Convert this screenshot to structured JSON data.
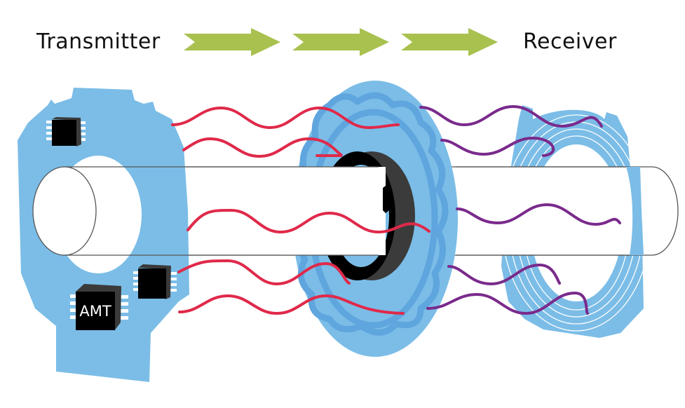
{
  "header": {
    "transmitter_label": "Transmitter",
    "receiver_label": "Receiver",
    "arrow_count": 3
  },
  "components": {
    "transmitter": {
      "name": "transmitter-board",
      "chip_label": "AMT",
      "chip_count": 3
    },
    "rotor": {
      "name": "rotor-disk",
      "ring": "black-ring"
    },
    "receiver": {
      "name": "receiver-board",
      "coil_rings": 4
    },
    "shaft": {
      "name": "shaft"
    }
  },
  "signals": {
    "transmitted_wave_count": 5,
    "received_wave_count": 5
  },
  "colors": {
    "board": "#7bbde7",
    "board_dark": "#5fa5de",
    "arrow": "#a8c14f",
    "tx_wave": "#e0294a",
    "rx_wave": "#7a2a8c",
    "chip": "#000000",
    "chip_side": "#3a3a3a",
    "ring_dark": "#3b3b3b",
    "shaft_outline": "#555555"
  }
}
